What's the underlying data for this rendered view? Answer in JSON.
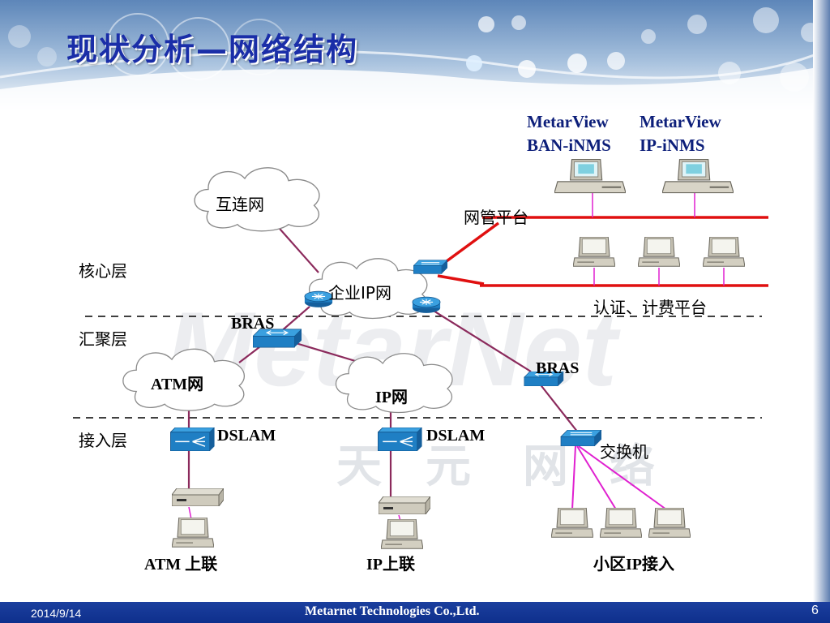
{
  "slide": {
    "title": "现状分析—网络结构",
    "date": "2014/9/14",
    "company": "Metarnet Technologies Co.,Ltd.",
    "page_number": "6"
  },
  "watermark": {
    "brand": "MetarNet",
    "chars": [
      "天",
      "元",
      "网",
      "络"
    ]
  },
  "layers": {
    "core": "核心层",
    "aggregation": "汇聚层",
    "access": "接入层"
  },
  "nms": {
    "ban_line1": "MetarView",
    "ban_line2": "BAN-iNMS",
    "ip_line1": "MetarView",
    "ip_line2": "IP-iNMS"
  },
  "clouds": {
    "internet": "互连网",
    "enterprise_ip": "企业IP网",
    "atm": "ATM网",
    "ip": "IP网"
  },
  "devices": {
    "bras_left": "BRAS",
    "bras_right": "BRAS",
    "dslam_left": "DSLAM",
    "dslam_mid": "DSLAM",
    "switch": "交换机"
  },
  "platforms": {
    "nms_platform": "网管平台",
    "auth_billing": "认证、计费平台"
  },
  "bottom_labels": {
    "atm_uplink": "ATM 上联",
    "ip_uplink": "IP上联",
    "community_ip": "小区IP接入"
  },
  "colors": {
    "title": "#1a2ea8",
    "footer_bar": "#0e2f8c",
    "link_purple": "#8b2a5c",
    "link_red": "#e01010",
    "link_magenta": "#e020d0",
    "device_blue": "#1f7fc4"
  }
}
